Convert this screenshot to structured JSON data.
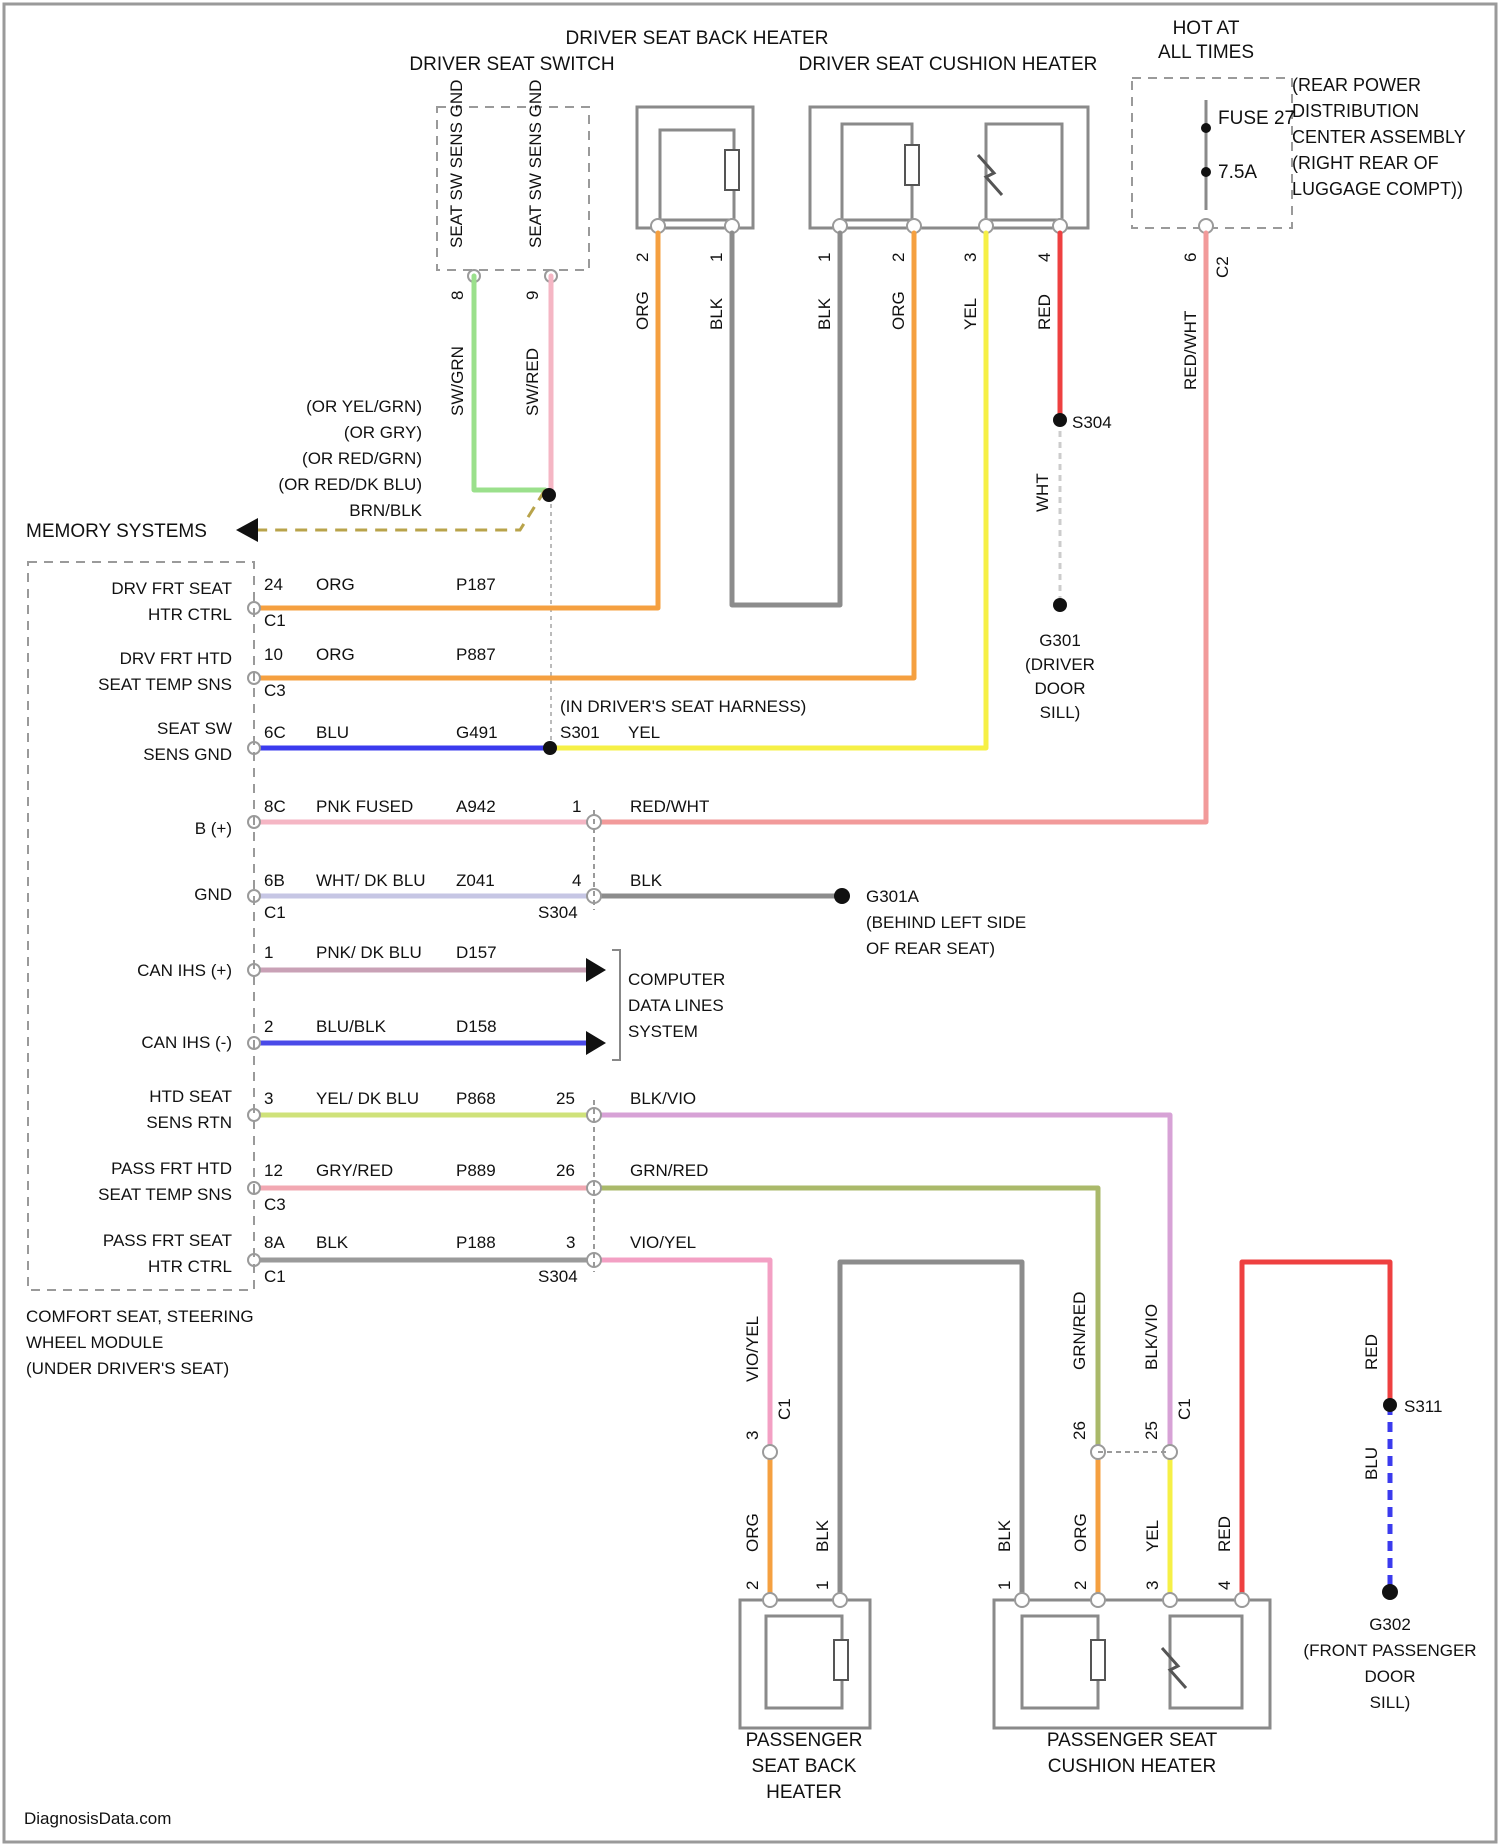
{
  "colors": {
    "org": "#f5a040",
    "blk": "#8c8c8c",
    "yel": "#f6f046",
    "red": "#ee4040",
    "redwht": "#f29a9a",
    "blu": "#3b3bee",
    "grn": "#9be08c",
    "pnk": "#f5b6c4",
    "wht": "#dddddd"
  },
  "components": {
    "driver_seat_switch": "DRIVER SEAT SWITCH",
    "driver_seat_switch_pins": [
      "SEAT SW SENS GND",
      "SEAT SW SENS GND"
    ],
    "driver_back_heater": "DRIVER SEAT BACK HEATER",
    "driver_cushion_heater": "DRIVER SEAT CUSHION HEATER",
    "hot_at_all_times": "HOT AT ALL TIMES",
    "fuse": "FUSE 27",
    "fuse_rating": "7.5A",
    "rear_pdc": "(REAR POWER DISTRIBUTION CENTER ASSEMBLY (RIGHT REAR OF LUGGAGE COMPT))",
    "memory_systems": "MEMORY SYSTEMS",
    "memory_wires": [
      "(OR YEL/GRN)",
      "(OR GRY)",
      "(OR RED/GRN)",
      "(OR RED/DK BLU)",
      "BRN/BLK"
    ],
    "g301": [
      "G301",
      "(DRIVER",
      "DOOR",
      "SILL)"
    ],
    "g301_wire": "WHT",
    "s304": "S304",
    "harness_note": "(IN DRIVER'S SEAT HARNESS)",
    "s301": "S301",
    "s301_wire": "YEL",
    "g301a": [
      "G301A",
      "(BEHIND LEFT SIDE",
      "OF REAR SEAT)"
    ],
    "computer_data": [
      "COMPUTER",
      "DATA LINES",
      "SYSTEM"
    ],
    "module": [
      "COMFORT SEAT, STEERING",
      "WHEEL MODULE",
      "(UNDER DRIVER'S SEAT)"
    ],
    "s311": "S311",
    "g302": [
      "G302",
      "(FRONT PASSENGER",
      "DOOR",
      "SILL)"
    ],
    "pass_back_heater": [
      "PASSENGER",
      "SEAT BACK",
      "HEATER"
    ],
    "pass_cushion_heater": [
      "PASSENGER SEAT",
      "CUSHION HEATER"
    ],
    "watermark": "DiagnosisData.com"
  },
  "top_wires": [
    {
      "label": "SW/GRN",
      "pin": "8"
    },
    {
      "label": "SW/RED",
      "pin": "9"
    },
    {
      "label": "ORG",
      "pin": "2"
    },
    {
      "label": "BLK",
      "pin": "1"
    },
    {
      "label": "BLK",
      "pin": "1"
    },
    {
      "label": "ORG",
      "pin": "2"
    },
    {
      "label": "YEL",
      "pin": "3"
    },
    {
      "label": "RED",
      "pin": "4"
    },
    {
      "label": "RED/WHT",
      "pin": "6"
    }
  ],
  "connectors": {
    "c1": "C1",
    "c2": "C2",
    "c3": "C3"
  },
  "module_rows": [
    {
      "name": [
        "DRV FRT SEAT",
        "HTR CTRL"
      ],
      "pin": "24",
      "wire": "ORG",
      "circuit": "P187",
      "conn": "C1",
      "far_pin": "",
      "far_wire": ""
    },
    {
      "name": [
        "DRV FRT HTD",
        "SEAT TEMP SNS"
      ],
      "pin": "10",
      "wire": "ORG",
      "circuit": "P887",
      "conn": "C3",
      "far_pin": "",
      "far_wire": ""
    },
    {
      "name": [
        "SEAT SW",
        "SENS GND"
      ],
      "pin": "6C",
      "wire": "BLU",
      "circuit": "G491",
      "conn": "",
      "far_pin": "",
      "far_wire": ""
    },
    {
      "name": [
        "B (+)"
      ],
      "pin": "8C",
      "wire": "PNK FUSED",
      "circuit": "A942",
      "conn": "",
      "far_pin": "1",
      "far_wire": "RED/WHT"
    },
    {
      "name": [
        "GND"
      ],
      "pin": "6B",
      "wire": "WHT/ DK BLU",
      "circuit": "Z041",
      "conn": "C1",
      "far_pin": "4",
      "far_wire": "BLK"
    },
    {
      "name": [
        "CAN IHS (+)"
      ],
      "pin": "1",
      "wire": "PNK/ DK BLU",
      "circuit": "D157",
      "conn": "",
      "far_pin": "",
      "far_wire": ""
    },
    {
      "name": [
        "CAN IHS (-)"
      ],
      "pin": "2",
      "wire": "BLU/BLK",
      "circuit": "D158",
      "conn": "",
      "far_pin": "",
      "far_wire": ""
    },
    {
      "name": [
        "HTD SEAT",
        "SENS RTN"
      ],
      "pin": "3",
      "wire": "YEL/ DK BLU",
      "circuit": "P868",
      "conn": "",
      "far_pin": "25",
      "far_wire": "BLK/VIO"
    },
    {
      "name": [
        "PASS FRT HTD",
        "SEAT TEMP SNS"
      ],
      "pin": "12",
      "wire": "GRY/RED",
      "circuit": "P889",
      "conn": "C3",
      "far_pin": "26",
      "far_wire": "GRN/RED"
    },
    {
      "name": [
        "PASS FRT SEAT",
        "HTR CTRL"
      ],
      "pin": "8A",
      "wire": "BLK",
      "circuit": "P188",
      "conn": "C1",
      "far_pin": "3",
      "far_wire": "VIO/YEL"
    }
  ],
  "bottom_wires": [
    {
      "label": "VIO/YEL",
      "pin": "3"
    },
    {
      "label": "GRN/RED",
      "pin": "26"
    },
    {
      "label": "BLK/VIO",
      "pin": "25"
    },
    {
      "label": "RED",
      "pin": ""
    },
    {
      "label": "BLU",
      "pin": ""
    },
    {
      "label": "ORG",
      "pin": "2"
    },
    {
      "label": "BLK",
      "pin": "1"
    },
    {
      "label": "BLK",
      "pin": "1"
    },
    {
      "label": "ORG",
      "pin": "2"
    },
    {
      "label": "YEL",
      "pin": "3"
    },
    {
      "label": "RED",
      "pin": "4"
    }
  ]
}
